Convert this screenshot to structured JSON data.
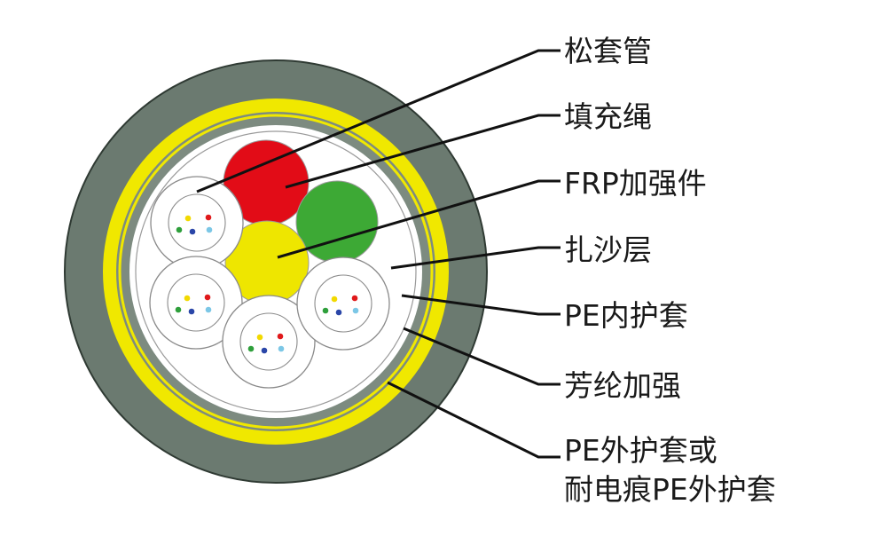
{
  "colors": {
    "outer_jacket": "#6b7a70",
    "armor_yellow": "#f0e800",
    "inner_jacket_gray": "#7d8b80",
    "tape": "#ffffff",
    "frp": "#eee600",
    "filler_red": "#e20c17",
    "filler_green": "#3da935",
    "tube_fill": "#ffffff",
    "leader": "#111111"
  },
  "fiber_colors": [
    "#2e9f3b",
    "#f2d900",
    "#2a46a8",
    "#e0191b",
    "#7cc7e6"
  ],
  "labels": [
    {
      "key": "loose-tube",
      "text": "松套管"
    },
    {
      "key": "filler-rope",
      "text": "填充绳"
    },
    {
      "key": "frp",
      "text": "FRP加强件"
    },
    {
      "key": "water-blocking-tape",
      "text": "扎沙层"
    },
    {
      "key": "pe-inner-jacket",
      "text": "PE内护套"
    },
    {
      "key": "aramid-strength",
      "text": "芳纶加强"
    },
    {
      "key": "pe-outer-jacket",
      "text": "PE外护套或"
    }
  ],
  "label_last_line2": "耐电痕PE外护套"
}
